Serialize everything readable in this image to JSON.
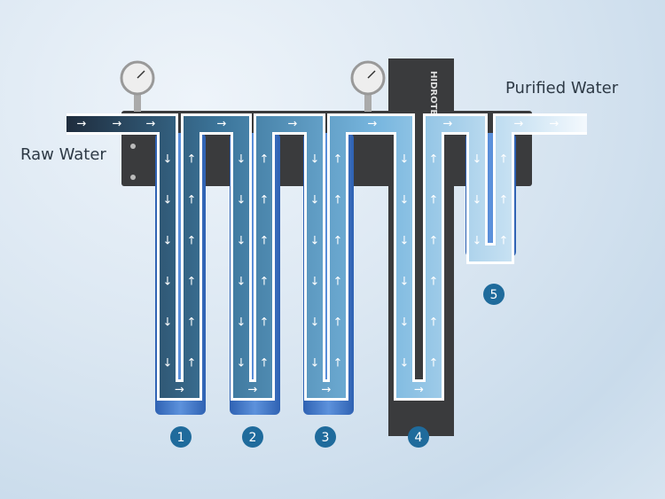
{
  "labels": {
    "raw_water": "Raw Water",
    "purified_water": "Purified Water"
  },
  "brand": "HIDROTEK",
  "stages": [
    "1",
    "2",
    "3",
    "4",
    "5"
  ],
  "colors": {
    "badge": "#1f6b9c",
    "housing": "#3a3b3d",
    "filter_blue": "#3f78c6",
    "channel_dark": "#0e1f33",
    "channel_light": "#d8ecfa"
  }
}
